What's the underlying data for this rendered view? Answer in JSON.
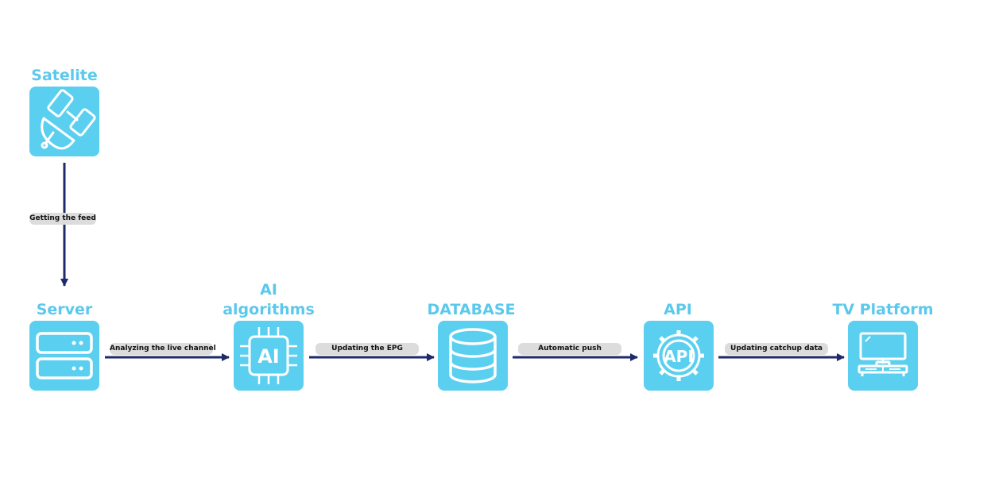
{
  "nodes": {
    "satelite": {
      "title": "Satelite",
      "icon": "satellite-icon"
    },
    "server": {
      "title": "Server",
      "icon": "server-icon"
    },
    "ai": {
      "title_line1": "AI",
      "title_line2": "algorithms",
      "icon": "ai-chip-icon"
    },
    "database": {
      "title": "DATABASE",
      "icon": "database-icon"
    },
    "api": {
      "title": "API",
      "icon": "api-gear-icon",
      "icon_text": "API"
    },
    "tv": {
      "title": "TV Platform",
      "icon": "tv-icon"
    }
  },
  "ai_chip_text": "AI",
  "edges": {
    "satelite_server": "Getting the feed",
    "server_ai": "Analyzing the live channel",
    "ai_database": "Updating the EPG",
    "database_api": "Automatic push",
    "api_tv": "Updating catchup data"
  },
  "colors": {
    "tile": "#5bcfef",
    "title": "#5bc9ec",
    "arrow": "#1f2a6b",
    "label_bg": "#dcdcdc"
  }
}
